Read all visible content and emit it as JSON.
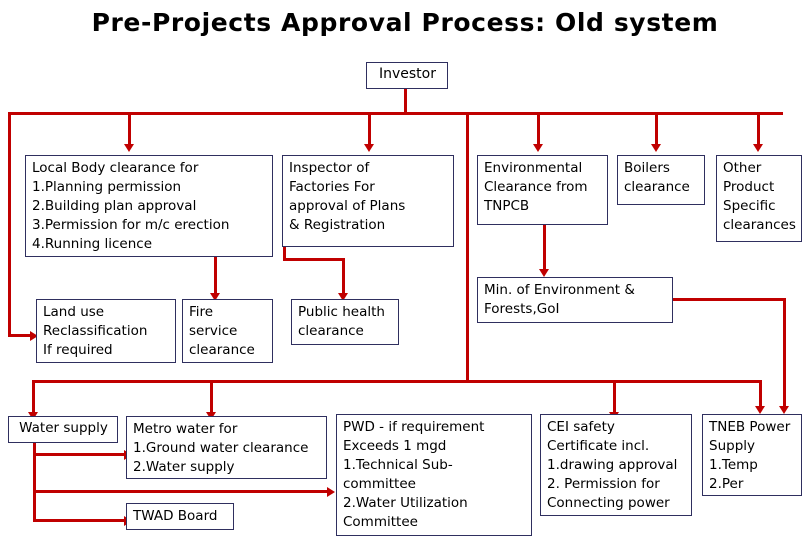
{
  "title": "Pre-Projects Approval Process: Old system",
  "colors": {
    "connector": "#c00000",
    "box_border": "#2f2f5f",
    "text": "#000000",
    "background": "#ffffff"
  },
  "nodes": {
    "investor": "Investor",
    "local_body": "Local Body clearance for\n1.Planning permission\n2.Building plan approval\n3.Permission for m/c erection\n4.Running licence",
    "inspector_factories": "Inspector of\nFactories For\napproval of Plans\n& Registration",
    "environmental_clearance": "Environmental\nClearance from\nTNPCB",
    "boilers_clearance": "Boilers\nclearance",
    "other_product": "Other\nProduct\nSpecific\nclearances",
    "land_use": "Land use\nReclassification\nIf required",
    "fire_service": "Fire\nservice\nclearance",
    "public_health": "Public health\nclearance",
    "min_environment": "Min. of Environment &\nForests,GoI",
    "water_supply": "Water supply",
    "metro_water": "Metro water for\n1.Ground water clearance\n2.Water supply",
    "twad_board": "TWAD Board",
    "pwd": "PWD - if  requirement\nExceeds 1 mgd\n1.Technical Sub-\ncommittee\n2.Water Utilization\nCommittee",
    "cei_safety": "CEI safety\nCertificate incl.\n1.drawing approval\n2. Permission for\nConnecting power",
    "tneb": "TNEB Power\nSupply\n1.Temp\n2.Per"
  }
}
